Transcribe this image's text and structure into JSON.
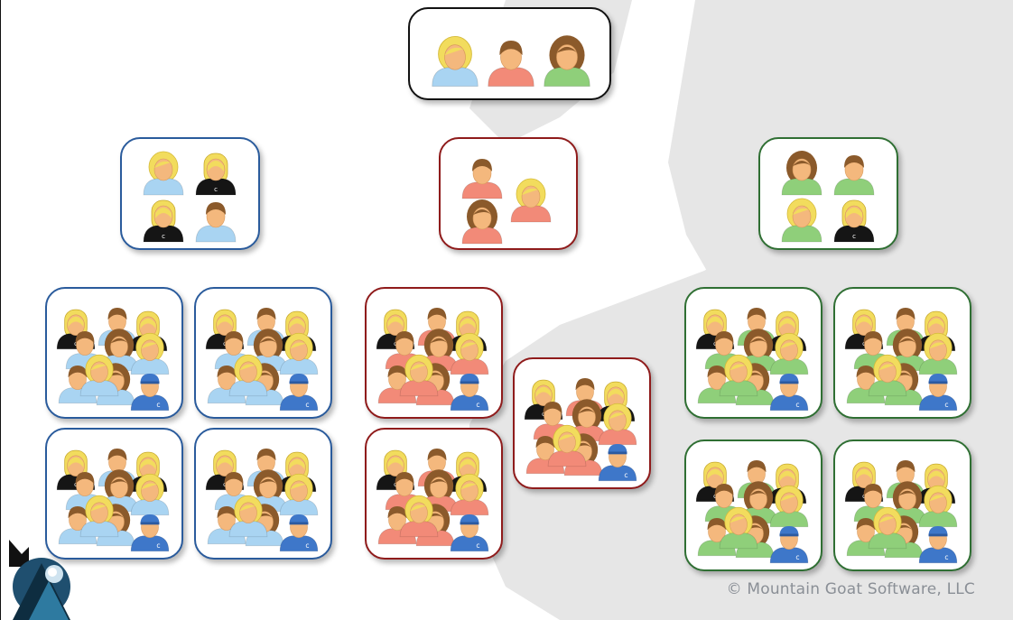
{
  "colors": {
    "blue": "#2a5b9c",
    "red": "#8f1b1b",
    "green": "#2f6f33",
    "black": "#111111",
    "skin": "#f4b87d",
    "hair_blonde": "#f2dc5d",
    "hair_brown": "#8b5a2b",
    "shirt_blue": "#a9d4f2",
    "shirt_red": "#f28a78",
    "shirt_green": "#8fcf7a",
    "shirt_dark": "#151515",
    "jersey_blue": "#3e77c9"
  },
  "boxes": [
    {
      "name": "product-owner-team-box",
      "level": 0,
      "color": "black",
      "people": [
        "blonde-blue",
        "brown-red",
        "curly-green"
      ]
    },
    {
      "name": "blue-area-team-box",
      "level": 1,
      "color": "blue",
      "people": [
        "blonde-blue",
        "long-blonde-dark",
        "long-blonde-dark",
        "brown-blue"
      ]
    },
    {
      "name": "red-area-team-box",
      "level": 1,
      "color": "red",
      "people": [
        "brown-red",
        "blonde-red",
        "curly-red"
      ]
    },
    {
      "name": "green-area-team-box",
      "level": 1,
      "color": "green",
      "people": [
        "curly-green",
        "brown-green",
        "blonde-green",
        "long-blonde-dark"
      ]
    },
    {
      "name": "blue-team-1-box",
      "level": 2,
      "color": "blue",
      "people": [
        "crowd"
      ]
    },
    {
      "name": "blue-team-2-box",
      "level": 2,
      "color": "blue",
      "people": [
        "crowd"
      ]
    },
    {
      "name": "blue-team-3-box",
      "level": 2,
      "color": "blue",
      "people": [
        "crowd"
      ]
    },
    {
      "name": "blue-team-4-box",
      "level": 2,
      "color": "blue",
      "people": [
        "crowd"
      ]
    },
    {
      "name": "red-team-1-box",
      "level": 2,
      "color": "red",
      "people": [
        "crowd"
      ]
    },
    {
      "name": "red-team-2-box",
      "level": 2,
      "color": "red",
      "people": [
        "crowd"
      ]
    },
    {
      "name": "red-team-3-box",
      "level": 2,
      "color": "red",
      "people": [
        "crowd"
      ]
    },
    {
      "name": "green-team-1-box",
      "level": 2,
      "color": "green",
      "people": [
        "crowd"
      ]
    },
    {
      "name": "green-team-2-box",
      "level": 2,
      "color": "green",
      "people": [
        "crowd"
      ]
    },
    {
      "name": "green-team-3-box",
      "level": 2,
      "color": "green",
      "people": [
        "crowd"
      ]
    },
    {
      "name": "green-team-4-box",
      "level": 2,
      "color": "green",
      "people": [
        "crowd"
      ]
    }
  ],
  "copyright": "© Mountain Goat Software, LLC"
}
